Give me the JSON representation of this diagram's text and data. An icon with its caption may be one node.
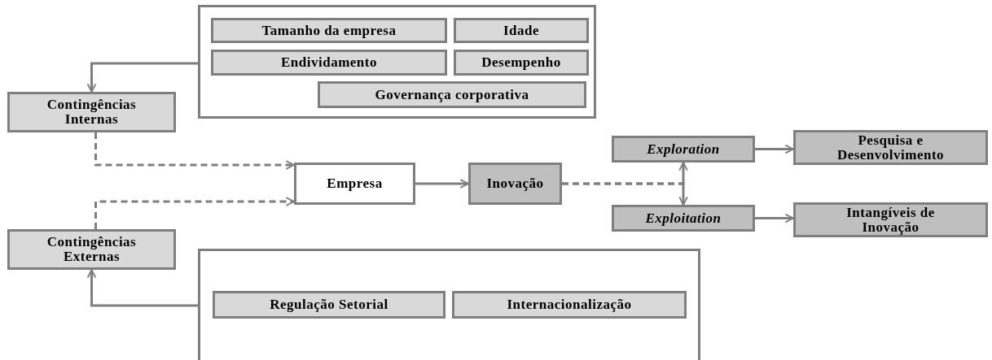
{
  "diagram": {
    "nodes": [
      {
        "text": [],
        "shape": "box"
      },
      {
        "text": [
          "Tamanho da empresa"
        ],
        "in": 0
      },
      {
        "text": [
          "Idade"
        ],
        "in": 0
      },
      {
        "text": [
          "Endividamento"
        ],
        "in": 0
      },
      {
        "text": [
          "Desempenho"
        ],
        "in": 0
      },
      {
        "text": [
          "Governança corporativa"
        ],
        "in": 0
      },
      {
        "text": [
          "Contingências Internas"
        ]
      },
      {
        "text": [
          "Empresa"
        ]
      },
      {
        "text": [
          "Inovação"
        ]
      },
      {
        "text": [
          "Exploration"
        ]
      },
      {
        "text": [
          "Exploitation"
        ]
      },
      {
        "text": [
          "Pesquisa e Desenvolvimento"
        ]
      },
      {
        "text": [
          "Intangíveis de Inovação"
        ]
      },
      {
        "text": [
          "Contingências Externas"
        ]
      },
      {
        "text": [],
        "shape": "box"
      },
      {
        "text": [
          "Regulação Setorial"
        ],
        "in": 14
      },
      {
        "text": [
          "Internacionalização"
        ],
        "in": 14
      }
    ],
    "edges": [
      {
        "from": 0,
        "to": 6,
        "arrow": "to"
      },
      {
        "from": 6,
        "to": 7,
        "arrow": "to",
        "style": "dashed"
      },
      {
        "from": 13,
        "to": 7,
        "arrow": "to",
        "style": "dashed"
      },
      {
        "from": 14,
        "to": 13,
        "arrow": "to"
      },
      {
        "from": 7,
        "to": 8,
        "arrow": "to"
      },
      {
        "from": 8,
        "to": 9,
        "arrow": "to",
        "style": "dashed"
      },
      {
        "from": 8,
        "to": 10,
        "arrow": "to",
        "style": "dashed"
      },
      {
        "from": 9,
        "to": 11,
        "arrow": "to"
      },
      {
        "from": 10,
        "to": 12,
        "arrow": "to"
      }
    ]
  }
}
